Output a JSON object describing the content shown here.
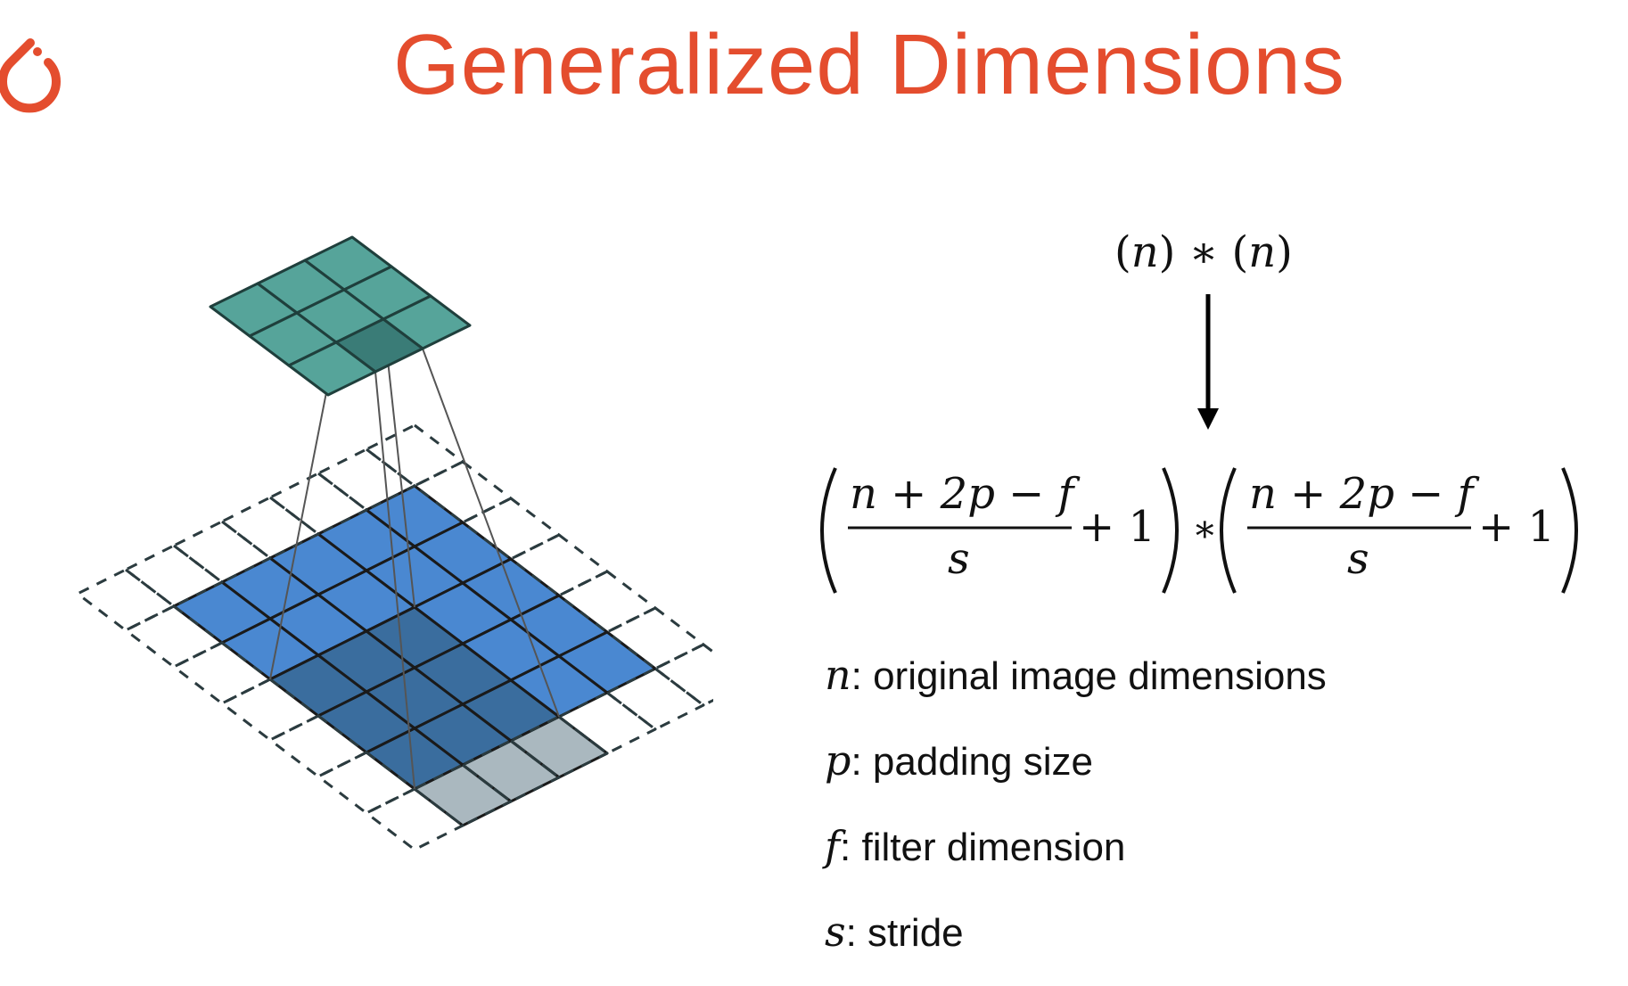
{
  "slide": {
    "title": "Generalized Dimensions"
  },
  "logo": {
    "icon": "pytorch-logo-icon",
    "color": "#e44d2e"
  },
  "top_expression": {
    "left_n": "n",
    "operator": "∗",
    "right_n": "n"
  },
  "formula": {
    "numerator": "n + 2p − f",
    "denominator": "s",
    "plus_one": "+ 1",
    "times": "∗"
  },
  "legend": [
    {
      "symbol": "n",
      "description": ": original image dimensions"
    },
    {
      "symbol": "p",
      "description": ": padding size"
    },
    {
      "symbol": "f",
      "description": ": filter dimension"
    },
    {
      "symbol": "s",
      "description": ": stride"
    }
  ],
  "colors": {
    "title": "#e44d2e",
    "output_grid": "#56a49a",
    "output_highlight": "#3a7c77",
    "input_grid": "#4a88d1",
    "input_highlight": "#3a6d9e",
    "padding_highlight": "#aab8bf"
  }
}
